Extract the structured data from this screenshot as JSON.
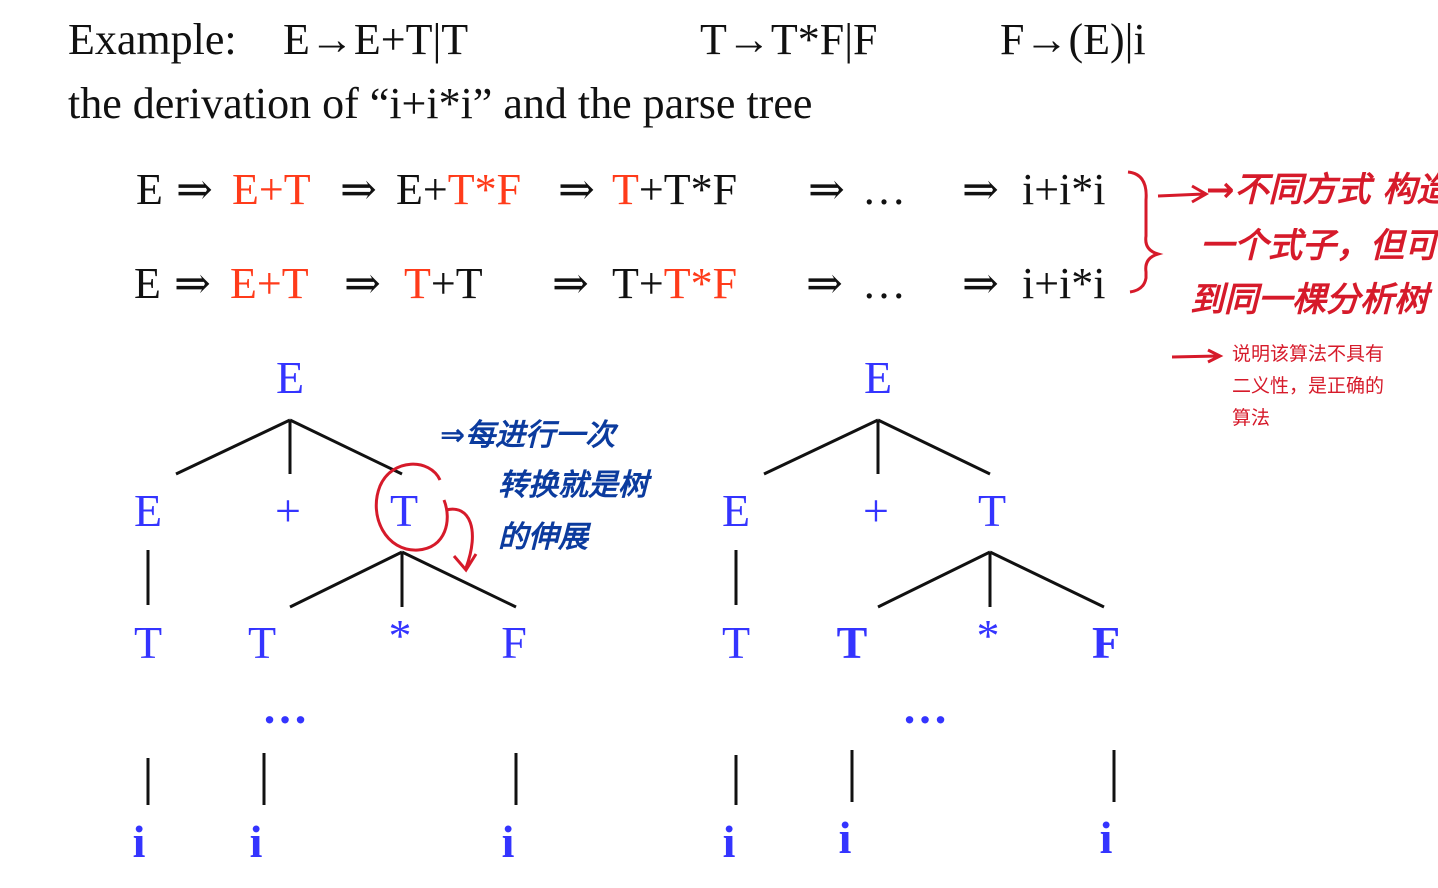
{
  "header": {
    "example_label": "Example:",
    "rule1": "E→E+T|T",
    "rule2": "T→T*F|F",
    "rule3": "F→(E)|i",
    "subtitle": "the derivation of “i+i*i” and the parse tree"
  },
  "derivations": [
    {
      "steps": [
        [
          {
            "t": "E",
            "c": "blk"
          }
        ],
        [
          {
            "t": "E+T",
            "c": "red"
          }
        ],
        [
          {
            "t": "E+",
            "c": "blk"
          },
          {
            "t": "T*F",
            "c": "red"
          }
        ],
        [
          {
            "t": "T",
            "c": "red"
          },
          {
            "t": "+T*F",
            "c": "blk"
          }
        ],
        [
          {
            "t": "…",
            "c": "blk"
          }
        ],
        [
          {
            "t": "i+i*i",
            "c": "blk"
          }
        ]
      ]
    },
    {
      "steps": [
        [
          {
            "t": "E",
            "c": "blk"
          }
        ],
        [
          {
            "t": "E+T",
            "c": "red"
          }
        ],
        [
          {
            "t": "T",
            "c": "red"
          },
          {
            "t": "+T",
            "c": "blk"
          }
        ],
        [
          {
            "t": "T+",
            "c": "blk"
          },
          {
            "t": "T*F",
            "c": "red"
          }
        ],
        [
          {
            "t": "…",
            "c": "blk"
          }
        ],
        [
          {
            "t": "i+i*i",
            "c": "blk"
          }
        ]
      ]
    }
  ],
  "arrow_symbol": "⇒",
  "annotations": {
    "red_handwritten": [
      "→不同方式 构造",
      "一个式子，但可以得",
      "到同一棵分析树"
    ],
    "red_note": [
      "说明该算法不具有",
      "二义性，是正确的",
      "算法"
    ],
    "blue_handwritten": [
      "⇒每进行一次",
      "转换就是树",
      "的伸展"
    ]
  },
  "trees": [
    {
      "nodes": {
        "root": "E",
        "e": "E",
        "plus": "+",
        "t": "T",
        "t1": "T",
        "t2": "T",
        "star": "*",
        "f": "F",
        "dots": "…",
        "i1": "i",
        "i2": "i",
        "i3": "i"
      }
    },
    {
      "nodes": {
        "root": "E",
        "e": "E",
        "plus": "+",
        "t": "T",
        "t1": "T",
        "t2": "T",
        "star": "*",
        "f": "F",
        "dots": "…",
        "i1": "i",
        "i2": "i",
        "i3": "i"
      }
    }
  ],
  "colors": {
    "red": "#ff3b1a",
    "tree_blue": "#3434ff",
    "ink_red": "#d61a2a",
    "ink_blue": "#0b3b9e"
  }
}
